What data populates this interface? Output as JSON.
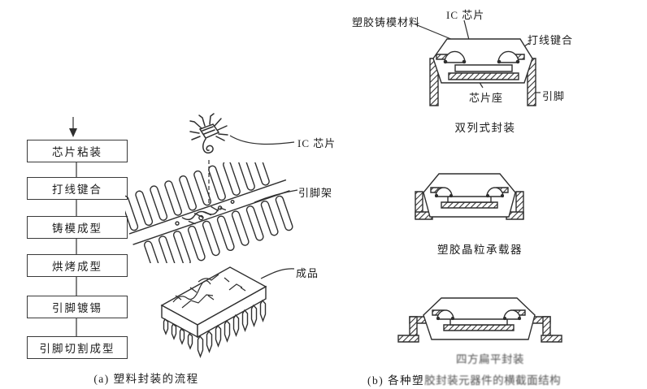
{
  "figure": {
    "panel_a": {
      "flow_steps": [
        "芯片粘装",
        "打线键合",
        "铸模成型",
        "烘烤成型",
        "引脚镀锡",
        "引脚切割成型"
      ],
      "caption": "(a) 塑料封装的流程",
      "labels": {
        "ic_chip": "IC 芯片",
        "lead_frame": "引脚架",
        "finished_product": "成品"
      }
    },
    "panel_b": {
      "dip": {
        "labels": {
          "molding_material": "塑胶铸模材料",
          "ic_chip": "IC 芯片",
          "wire_bond": "打线键合",
          "die_pad": "芯片座",
          "lead": "引脚"
        },
        "caption": "双列式封装"
      },
      "plcc": {
        "caption": "塑胶晶粒承载器"
      },
      "gull_wing": {
        "caption": "四方扁平封装"
      },
      "caption_prefix": "(b) 各种塑",
      "caption_smudged": "胶封装元器件的横截面结构"
    }
  },
  "colors": {
    "ink": "#2e2e2e",
    "background": "#ffffff"
  }
}
